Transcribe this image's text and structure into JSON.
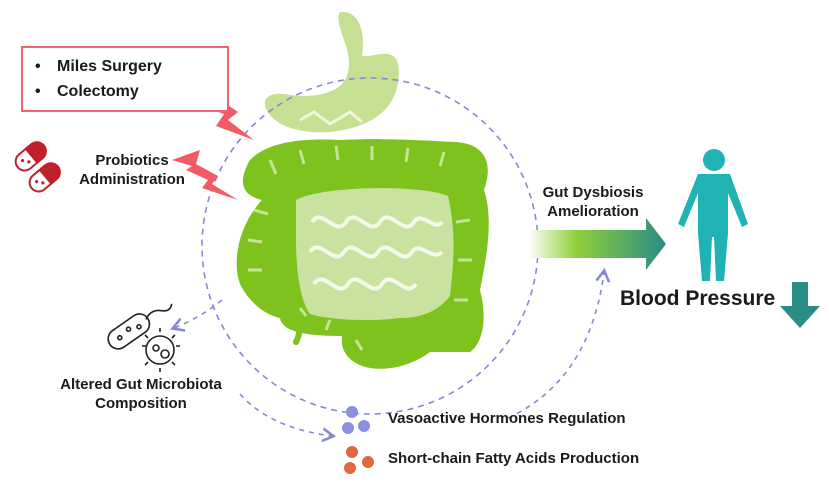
{
  "surgery": {
    "items": [
      "Miles Surgery",
      "Colectomy"
    ]
  },
  "probiotics": {
    "line1": "Probiotics",
    "line2": "Administration"
  },
  "dysbiosis": {
    "line1": "Gut Dysbiosis",
    "line2": "Amelioration"
  },
  "blood_pressure": {
    "label": "Blood Pressure"
  },
  "microbiota": {
    "line1": "Altered Gut Microbiota",
    "line2": "Composition"
  },
  "mechanisms": [
    {
      "label": "Vasoactive Hormones Regulation",
      "color": "#8c8fe0"
    },
    {
      "label": "Short-chain Fatty Acids Production",
      "color": "#e06a3c"
    }
  ],
  "colors": {
    "intestine": "#7ec21e",
    "small_intestine": "#c9e2a0",
    "stomach": "#c5df93",
    "human": "#1fb3b3",
    "arrow_teal": "#2a8c86",
    "lightning": "#f25a64",
    "dashed": "#8a86d6"
  }
}
